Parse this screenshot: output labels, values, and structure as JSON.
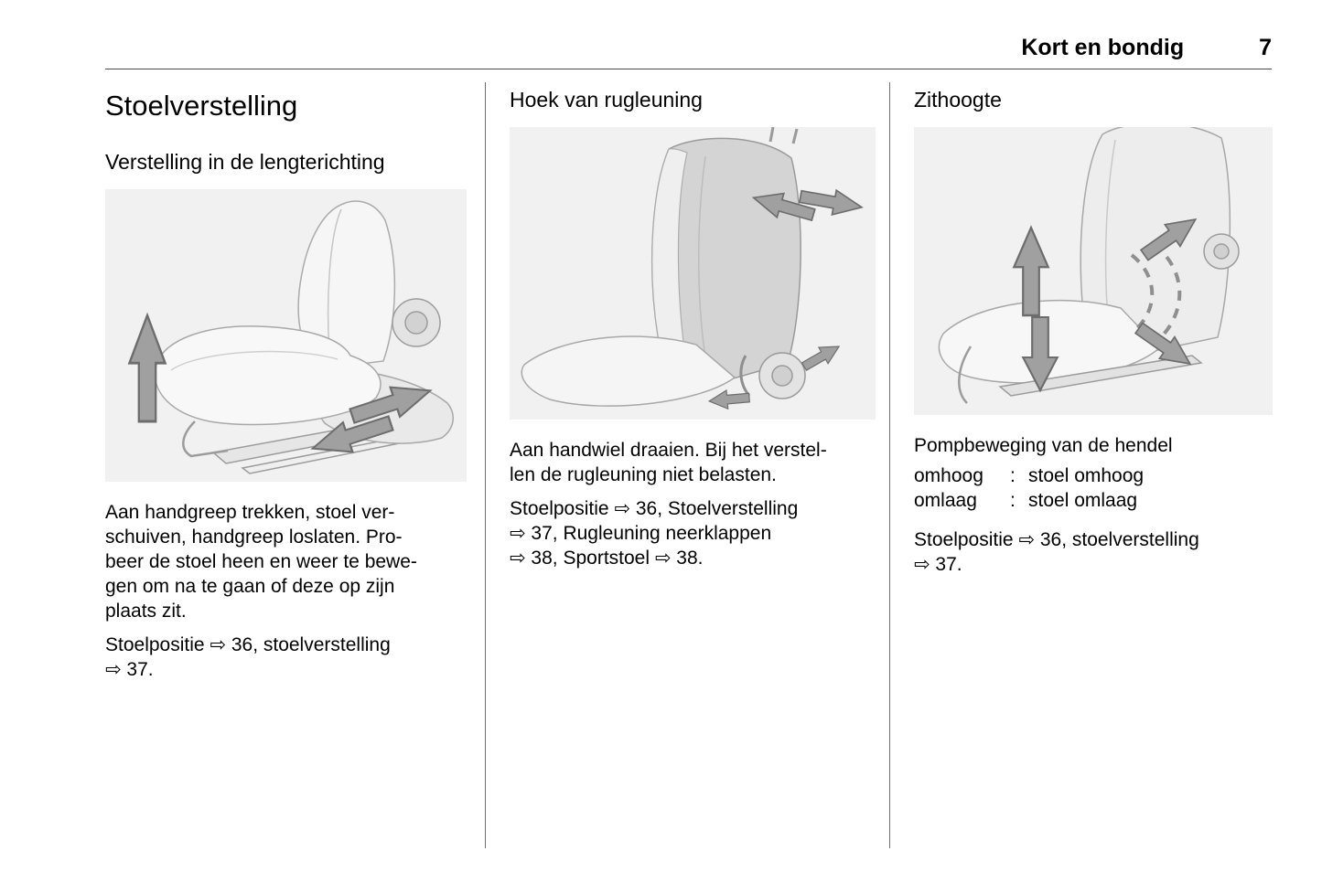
{
  "header": {
    "title": "Kort en bondig",
    "page_number": "7"
  },
  "columns": {
    "seat_adjustment": {
      "title": "Stoelverstelling",
      "subtitle": "Verstelling in de lengterichting",
      "body": "Aan handgreep trekken, stoel ver-\nschuiven, handgreep loslaten. Pro-\nbeer de stoel heen en weer te bewe-\ngen om na te gaan of deze op zijn\nplaats zit.",
      "reference": "Stoelpositie ⇨ 36, stoelverstelling\n⇨ 37."
    },
    "backrest_angle": {
      "title": "Hoek van rugleuning",
      "body": "Aan handwiel draaien. Bij het verstel-\nlen de rugleuning niet belasten.",
      "reference": "Stoelpositie ⇨ 36, Stoelverstelling\n⇨ 37, Rugleuning neerklappen\n⇨ 38, Sportstoel ⇨ 38."
    },
    "seat_height": {
      "title": "Zithoogte",
      "body": "Pompbeweging van de hendel",
      "actions": [
        {
          "term": "omhoog",
          "separator": ":",
          "description": "stoel omhoog"
        },
        {
          "term": "omlaag",
          "separator": ":",
          "description": "stoel omlaag"
        }
      ],
      "reference": "Stoelpositie ⇨ 36, stoelverstelling\n⇨ 37."
    }
  }
}
